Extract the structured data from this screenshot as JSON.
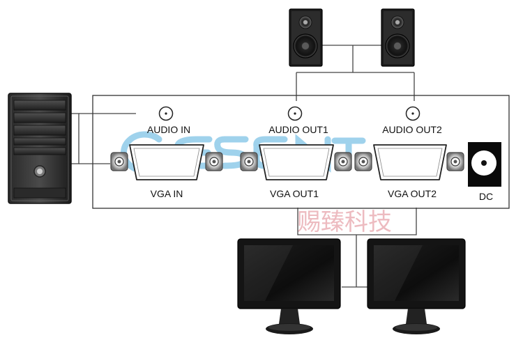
{
  "device": {
    "labels": {
      "audio_in": "AUDIO IN",
      "audio_out1": "AUDIO OUT1",
      "audio_out2": "AUDIO OUT2",
      "vga_in": "VGA IN",
      "vga_out1": "VGA OUT1",
      "vga_out2": "VGA OUT2",
      "dc": "DC"
    }
  },
  "watermark": {
    "latin": "CESENT",
    "chinese": "赐臻科技",
    "color": "#7fc3e6",
    "chinese_color": "#e7a5ab"
  },
  "colors": {
    "line": "#444444",
    "panel_border": "#333333",
    "hardware_dark": "#1a1a1a",
    "hardware_mid": "#3a3a3a",
    "connector_silver": "#c8c8c8"
  },
  "icons": [
    "computer-tower-icon",
    "speaker-icon",
    "monitor-icon",
    "dc-jack-icon",
    "rca-jack-icon",
    "vga-port-icon"
  ]
}
